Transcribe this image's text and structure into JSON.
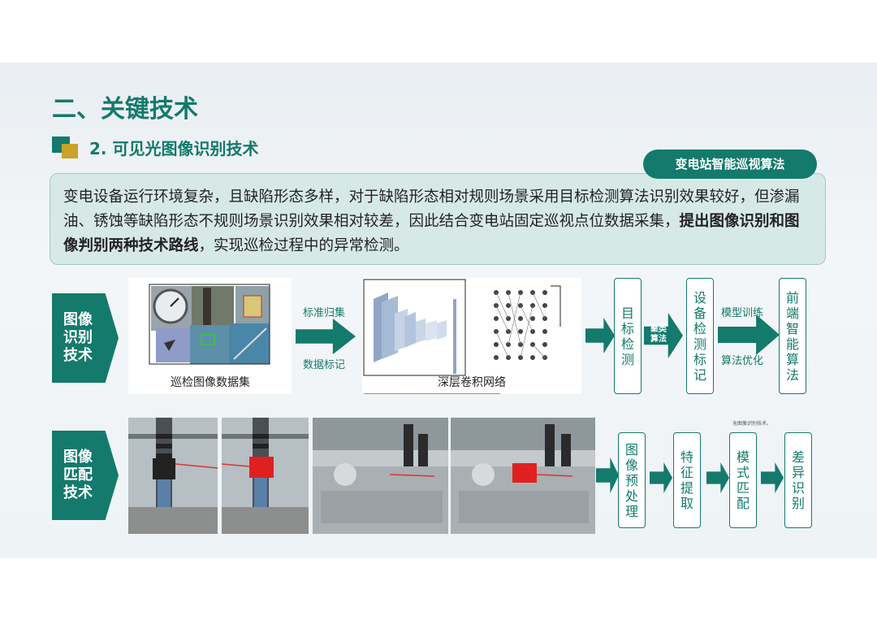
{
  "title": "二、关键技术",
  "subtitle": "2. 可见光图像识别技术",
  "algo_badge": "变电站智能巡视算法",
  "description": {
    "part1": "变电设备运行环境复杂，且缺陷形态多样，对于缺陷形态相对规则场景采用目标检测算法识别效果较好，但渗漏油、锈蚀等缺陷形态不规则场景识别效果相对较差，因此结合变电站固定巡视点位数据采集，",
    "bold": "提出图像识别和图像判别两种技术路线",
    "part2": "，实现巡检过程中的异常检测。"
  },
  "row1": {
    "tag": "图像识别技术",
    "dataset_caption": "巡检图像数据集",
    "arrow_top": "标准归集",
    "arrow_bottom": "数据标记",
    "network_caption": "深层卷积网络",
    "box1": "目标检测",
    "mid_arrow": "聚类算法",
    "box2": "设备检测标记",
    "arrow2_top": "模型训练",
    "arrow2_bottom": "算法优化",
    "box3": "前端智能算法"
  },
  "row2": {
    "tag": "图像匹配技术",
    "steps": [
      "图像预处理",
      "特征提取",
      "模式匹配",
      "差异识别"
    ],
    "tiny_note": "无图像识别技术。"
  },
  "colors": {
    "primary": "#137a6c",
    "accent": "#c9a227",
    "box_bg": "#d7e9e6"
  }
}
